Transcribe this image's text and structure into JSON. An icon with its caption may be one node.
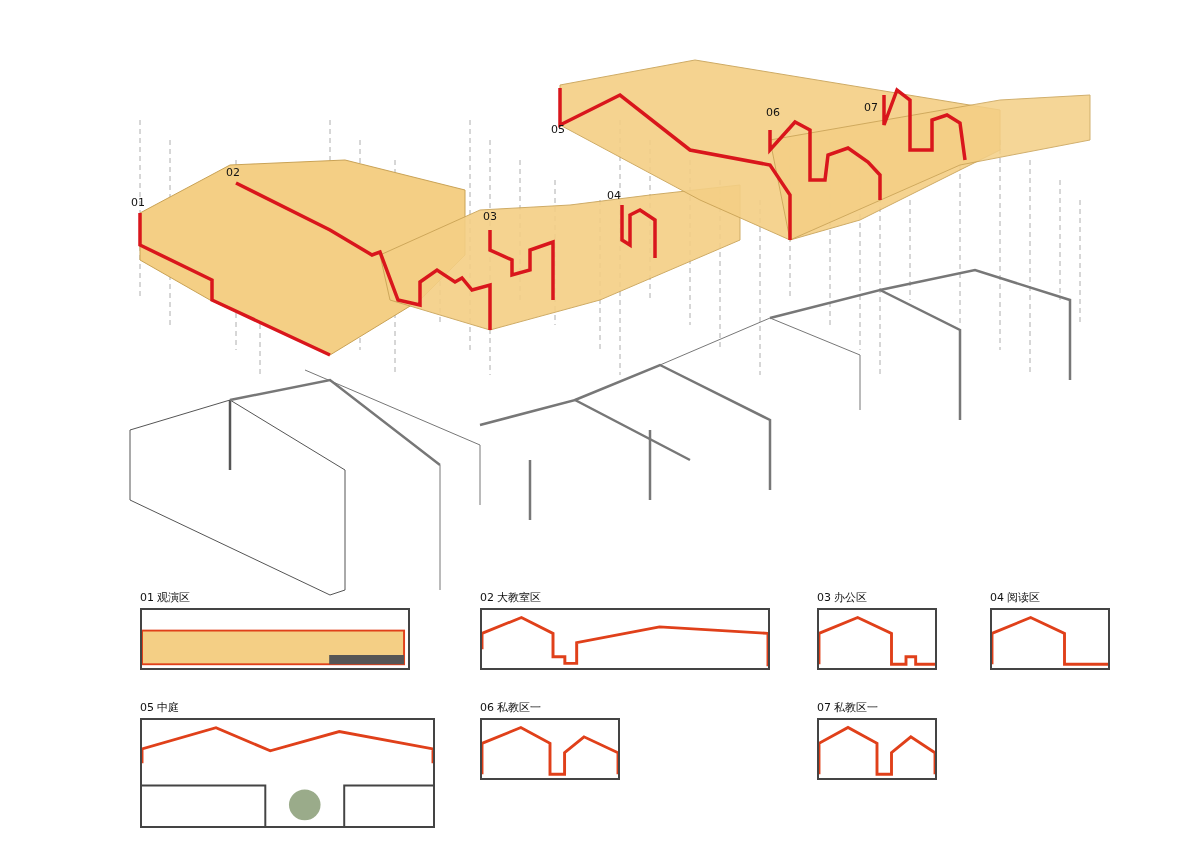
{
  "diagram": {
    "nodes": [
      {
        "text": [
          "01 观演区"
        ]
      },
      {
        "text": [
          "02 大教室区"
        ]
      },
      {
        "text": [
          "03 办公区"
        ]
      },
      {
        "text": [
          "04 阅读区"
        ]
      },
      {
        "text": [
          "05 中庭"
        ]
      },
      {
        "text": [
          "06 私教区一"
        ]
      },
      {
        "text": [
          "07 私教区一"
        ]
      }
    ],
    "labels": [
      "05",
      "07",
      "06",
      "02",
      "01",
      "04",
      "03"
    ]
  }
}
